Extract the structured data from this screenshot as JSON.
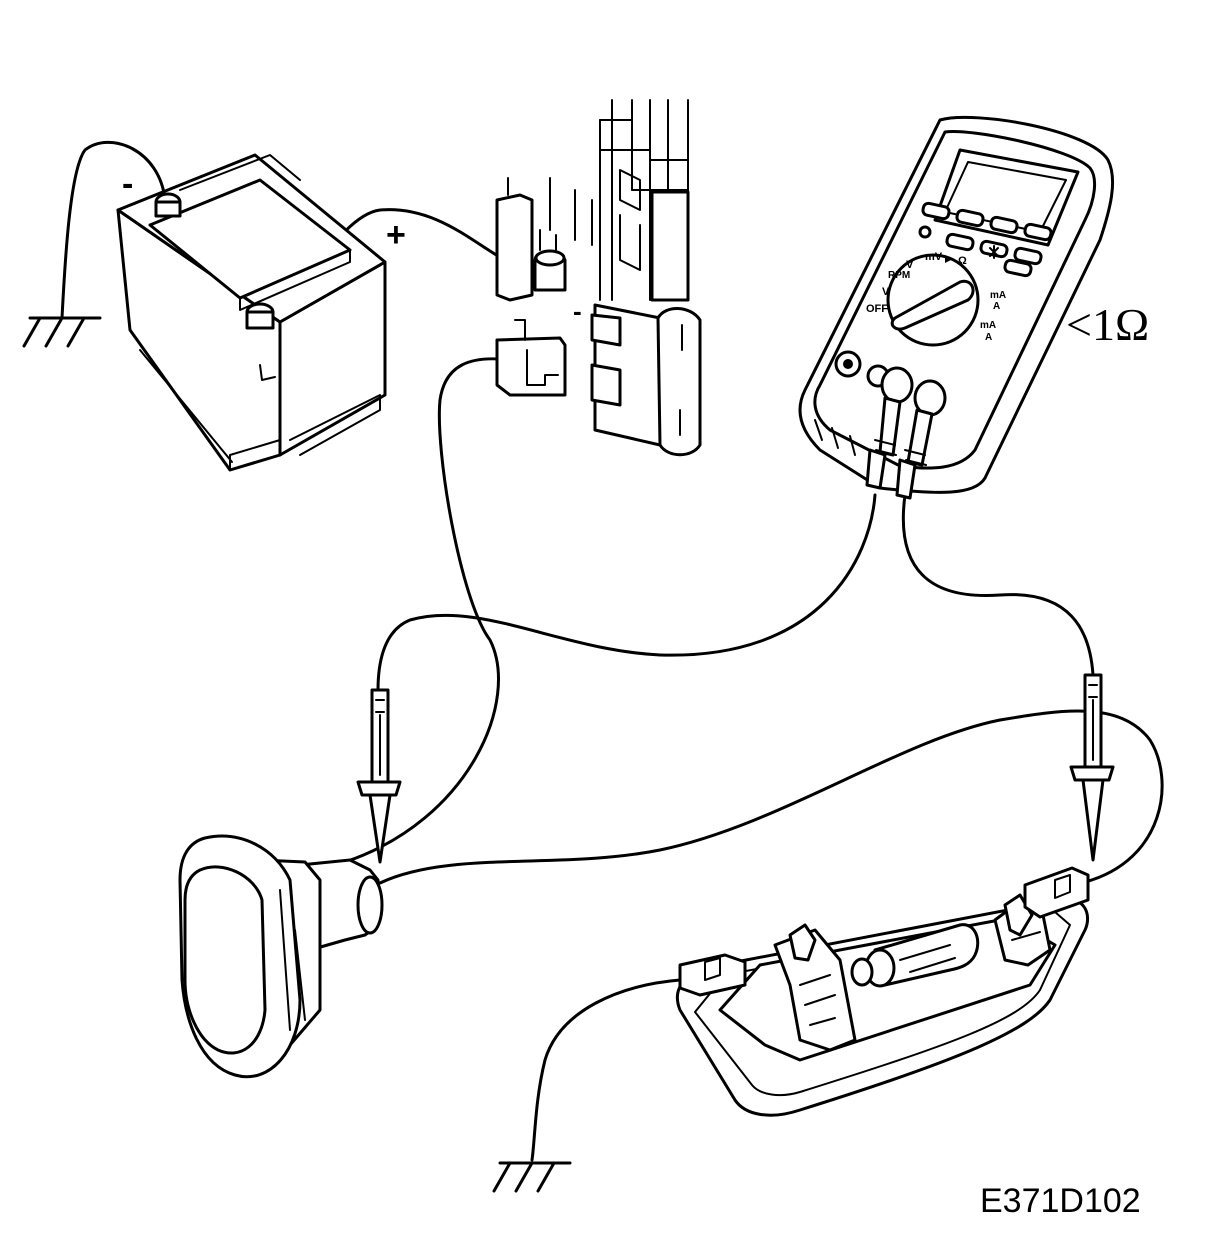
{
  "battery": {
    "negative_label": "-",
    "positive_label": "+"
  },
  "fuse_box": {
    "terminal_label": "-"
  },
  "multimeter": {
    "reading": "<1Ω",
    "dial_labels": {
      "volt_ac": "V",
      "rpm": "RPM",
      "mv": "mV",
      "ohm": "Ω",
      "volt_dc": "V",
      "off": "OFF",
      "ma": "mA",
      "a": "A",
      "ma_ac": "mA",
      "a_ac": "A"
    }
  },
  "figure_code": "E371D102"
}
